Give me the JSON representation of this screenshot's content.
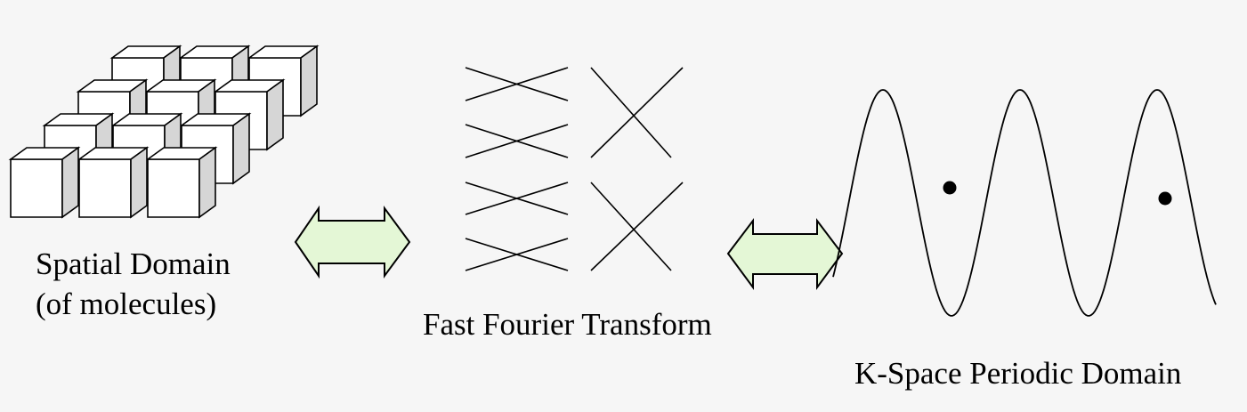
{
  "labels": {
    "spatial_line1": "Spatial Domain",
    "spatial_line2": "(of molecules)",
    "fft": "Fast Fourier Transform",
    "kspace": "K-Space Periodic Domain"
  },
  "colors": {
    "background": "#f6f6f6",
    "arrow_fill": "#e4f7d6",
    "cube_front": "#ffffff",
    "cube_top": "#ffffff",
    "cube_side": "#d6d6d6",
    "stroke": "#000000"
  },
  "diagram": {
    "cube_grid": {
      "rows": 4,
      "cols": 3
    },
    "butterfly_stages": 2,
    "butterfly_inputs": 8,
    "sine_peaks": 3,
    "dots": 2,
    "arrows": 2
  }
}
